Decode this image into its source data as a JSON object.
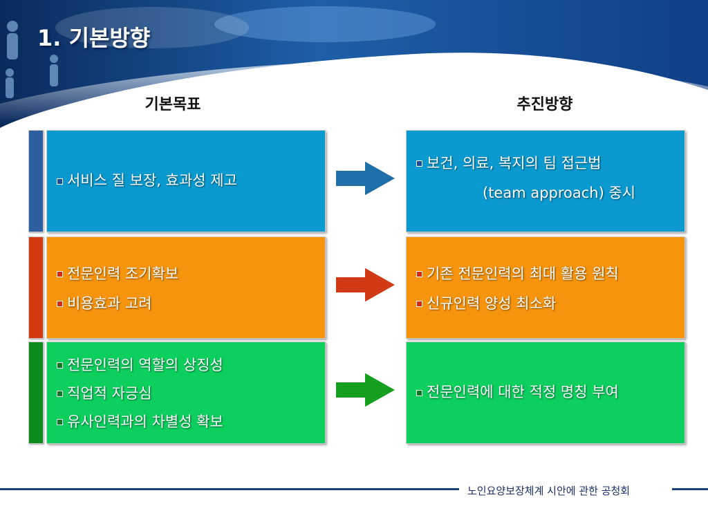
{
  "slide": {
    "title": "1. 기본방향",
    "footer": "노인요양보장체계 시안에 관한 공청회"
  },
  "columns": {
    "left_heading": "기본목표",
    "right_heading": "추진방향"
  },
  "rows": [
    {
      "color": "#0a9ad0",
      "strip_color": "#2d5fa0",
      "bullet_color": "#1c4f9a",
      "arrow_color": "#1f6fa8",
      "left": [
        {
          "text": "서비스 질 보장, 효과성 제고"
        }
      ],
      "right": [
        {
          "text": "보건, 의료, 복지의 팀 접근법"
        },
        {
          "text": "(team approach) 중시",
          "continuation": true
        }
      ]
    },
    {
      "color": "#f7940e",
      "strip_color": "#d43a10",
      "bullet_color": "#d42a10",
      "arrow_color": "#d03a14",
      "left": [
        {
          "text": "전문인력 조기확보"
        },
        {
          "text": "비용효과 고려"
        }
      ],
      "right": [
        {
          "text": "기존 전문인력의 최대 활용 원칙"
        },
        {
          "text": "신규인력 양성 최소화"
        }
      ]
    },
    {
      "color": "#0dcf5e",
      "strip_color": "#0b8a1e",
      "bullet_color": "#0b7a1e",
      "arrow_color": "#14a01e",
      "left": [
        {
          "text": "전문인력의 역할의 상징성"
        },
        {
          "text": "직업적 자긍심"
        },
        {
          "text": "유사인력과의 차별성 확보"
        }
      ],
      "right": [
        {
          "text": "전문인력에 대한 적정 명칭 부여"
        }
      ]
    }
  ]
}
